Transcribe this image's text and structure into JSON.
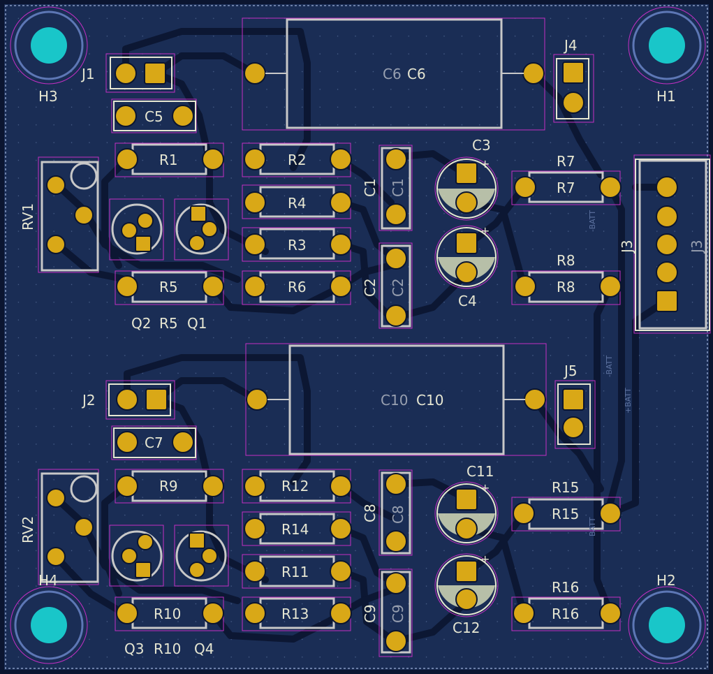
{
  "colors": {
    "board": "#1a2d55",
    "copper": "#0d1a36",
    "trace": "#0c1733",
    "outline": "#c8c8c8",
    "courtyard": "#c42fc4",
    "pad": "#d9a817",
    "via": "#19c6c9",
    "silk": "#e6e6d2",
    "fab": "#98a0b0"
  },
  "labels": {
    "J1": "J1",
    "J2": "J2",
    "J4": "J4",
    "J5": "J5",
    "J3": "J3",
    "H1": "H1",
    "H2": "H2",
    "H3": "H3",
    "H4": "H4",
    "RV1": "RV1",
    "RV2": "RV2",
    "C1": "C1",
    "C2": "C2",
    "C3": "C3",
    "C4": "C4",
    "C5": "C5",
    "C7": "C7",
    "C8": "C8",
    "C9": "C9",
    "C11": "C11",
    "C12": "C12",
    "C6": "C6",
    "C10": "C10",
    "R1": "R1",
    "R2": "R2",
    "R3": "R3",
    "R4": "R4",
    "R5": "R5",
    "R6": "R6",
    "R7": "R7",
    "R8": "R8",
    "R9": "R9",
    "R10": "R10",
    "R11": "R11",
    "R12": "R12",
    "R13": "R13",
    "R14": "R14",
    "R15": "R15",
    "R16": "R16",
    "Q1": "Q1",
    "Q2": "Q2",
    "Q3": "Q3",
    "Q4": "Q4",
    "BATT_neg": "-BATT",
    "BATT_pos": "+BATT",
    "BATT": "BATT",
    "plus": "+"
  }
}
